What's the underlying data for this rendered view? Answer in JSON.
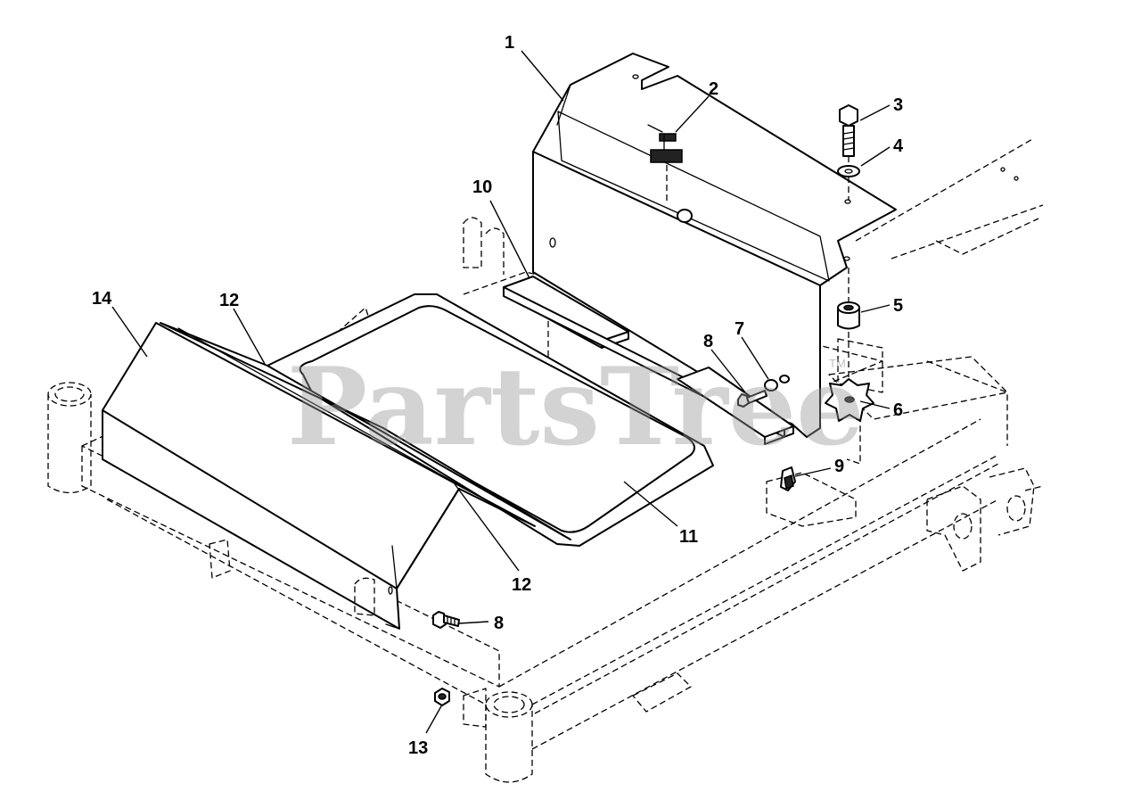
{
  "watermark": {
    "text": "PartsTree",
    "trademark": "TM"
  },
  "callouts": [
    {
      "id": "c1",
      "label": "1"
    },
    {
      "id": "c2",
      "label": "2"
    },
    {
      "id": "c3",
      "label": "3"
    },
    {
      "id": "c4",
      "label": "4"
    },
    {
      "id": "c5",
      "label": "5"
    },
    {
      "id": "c6",
      "label": "6"
    },
    {
      "id": "c7",
      "label": "7"
    },
    {
      "id": "c8a",
      "label": "8"
    },
    {
      "id": "c8b",
      "label": "8"
    },
    {
      "id": "c9",
      "label": "9"
    },
    {
      "id": "c10",
      "label": "10"
    },
    {
      "id": "c11",
      "label": "11"
    },
    {
      "id": "c12a",
      "label": "12"
    },
    {
      "id": "c12b",
      "label": "12"
    },
    {
      "id": "c13",
      "label": "13"
    },
    {
      "id": "c14",
      "label": "14"
    }
  ]
}
